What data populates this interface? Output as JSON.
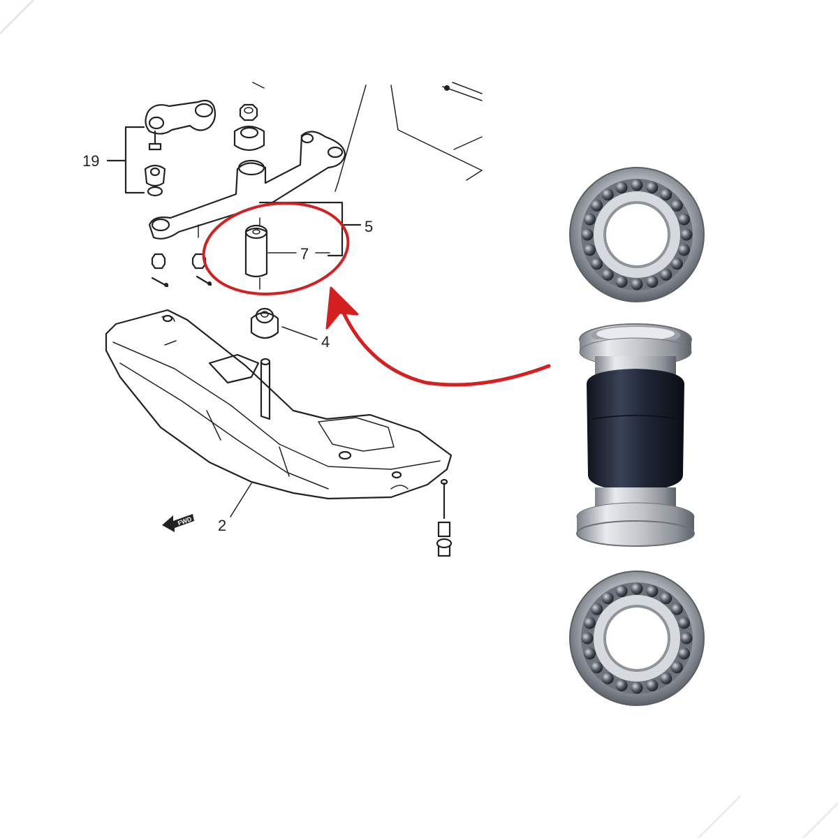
{
  "diagram": {
    "callouts": {
      "c19": "19",
      "c5": "5",
      "c7": "7",
      "c4": "4",
      "c2": "2",
      "fwd": "FWD"
    }
  },
  "highlight": {
    "circle_color": "#d42020",
    "arrow_color": "#d42020"
  },
  "photos": {
    "bearing_top": "ball-thrust-bearing",
    "bushing": "rubber-bushing-with-metal-collars",
    "bearing_bottom": "ball-thrust-bearing"
  },
  "colors": {
    "ink": "#222222",
    "rubber": "#1e2533",
    "metal": "#b8bcc2"
  }
}
